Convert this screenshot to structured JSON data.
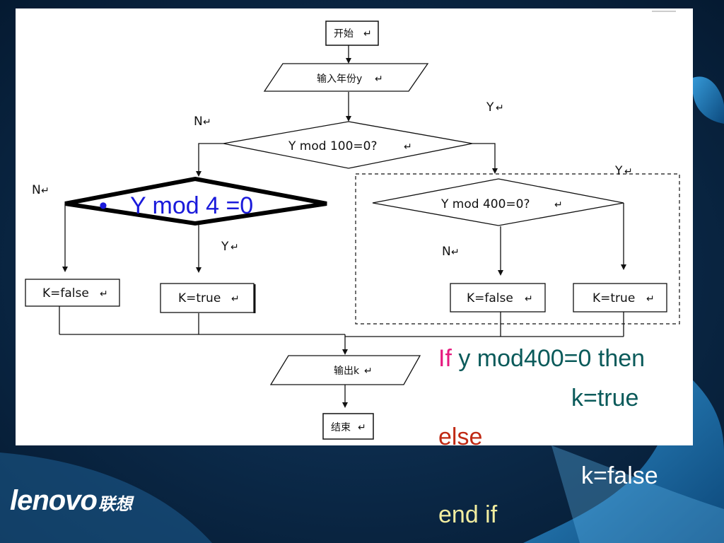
{
  "flowchart": {
    "start": "开始",
    "input": "输入年份y",
    "cond_100": "Y mod 100=0?",
    "cond_4": "Y mod 4 =0",
    "cond_400": "Y mod 400=0?",
    "k_false": "K=false",
    "k_true": "K=true",
    "output": "输出k",
    "end": "结束",
    "yes": "Y",
    "no": "N",
    "bullet": "•"
  },
  "code": {
    "if_kw": "If",
    "if_cond": "y mod400=0 then",
    "then_stmt": "k=true",
    "else_kw": "else",
    "else_stmt": "k=false",
    "end_kw": "end if"
  },
  "logo": {
    "brand": "lenovo",
    "cn": "联想"
  },
  "colors": {
    "background": "#0b2a4a",
    "accent_blue": "#1e7fd0",
    "if_keyword": "#e6197f",
    "code_teal": "#0a5a5a",
    "else_keyword": "#c02a14",
    "end_if": "#f2eea0",
    "bullet_blue": "#1a1adb"
  },
  "icons": [
    "return-mark-icon"
  ]
}
